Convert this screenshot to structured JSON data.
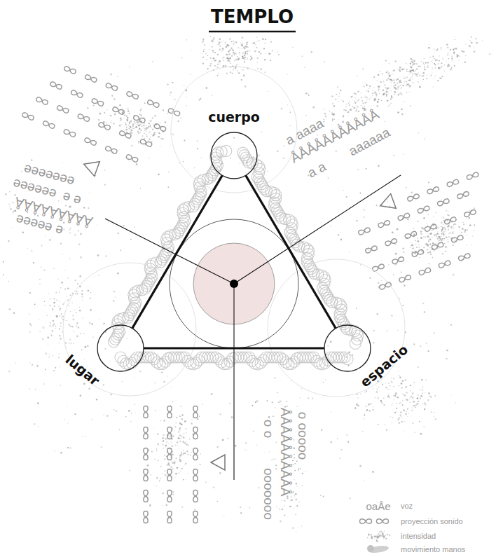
{
  "diagram": {
    "title": "TEMPLO",
    "nodes": [
      {
        "text": [
          "cuerpo"
        ]
      },
      {
        "text": [
          "lugar"
        ]
      },
      {
        "text": [
          "espacio"
        ]
      }
    ],
    "edges": [
      {
        "from": 0,
        "to": 1,
        "arrow": "none"
      },
      {
        "from": 1,
        "to": 2,
        "arrow": "none"
      },
      {
        "from": 2,
        "to": 0,
        "arrow": "none"
      }
    ],
    "labels": [
      "a aaaa",
      "ÅÅÅÅÅÅÅÅÅÅÅ",
      "a a",
      "aaaaaa",
      "eeeeeee",
      "e e",
      "eeeeee",
      "ÅÅÅÅÅÅÅÅÅ",
      "e eeeee",
      "o o",
      "ÅÅÅÅÅÅÅÅÅÅ",
      "ooooooo",
      "o ooooo",
      "oaÅe"
    ],
    "legend": [
      {
        "text": "voz"
      },
      {
        "text": "proyección sonido"
      },
      {
        "text": "intensidad"
      },
      {
        "text": "movimiento manos"
      }
    ]
  }
}
